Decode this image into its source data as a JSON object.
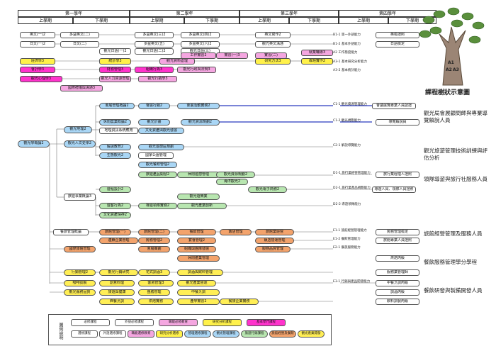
{
  "title": "課程樹狀示意圖",
  "header": {
    "years": [
      "第一學年",
      "第二學年",
      "第三學年",
      "第四學年"
    ],
    "semesters": [
      "上學期",
      "下學期",
      "上學期",
      "下學期",
      "上學期",
      "下學期",
      "上學期",
      "下學期"
    ]
  },
  "tree_labels": [
    "A1",
    "A2",
    "A3"
  ],
  "legend_title": "圖例說明",
  "legend": [
    {
      "label": "必修課程",
      "style": "white-rect"
    },
    {
      "label": "外語必修課程",
      "style": "white-rect"
    },
    {
      "label": "職能必修教育",
      "style": "pink-rect"
    },
    {
      "label": "研究分析課程",
      "style": "yellow-rect"
    },
    {
      "label": "基本學門課程",
      "style": "magenta-rect"
    },
    {
      "label": "選修課程",
      "style": "white-rect"
    },
    {
      "label": "外語選修課程",
      "style": "white-rect"
    },
    {
      "label": "職能選修教育",
      "style": "pink-rect"
    },
    {
      "label": "研究分析選修",
      "style": "yellow-rect"
    },
    {
      "label": "管理選修課程",
      "style": "blue-pill"
    },
    {
      "label": "觀光管理課程",
      "style": "blue-pill"
    },
    {
      "label": "旅遊行銷課程",
      "style": "green-pill"
    },
    {
      "label": "旅館經營及餐飲",
      "style": "orange-pill"
    },
    {
      "label": "觀光產業開發",
      "style": "yellow-pill"
    }
  ],
  "courses": {
    "c1": "英文(一)2",
    "c2": "多益英文(二)",
    "c3": "日文(一)2",
    "c4": "日文(二)",
    "c5": "經濟學3",
    "c6": "會計學3",
    "c7": "觀光心理學3",
    "c8": "國際禮儀與溝通3",
    "c9": "多益英文(三)2",
    "c10": "多益英文(四)2",
    "c11": "多益英文(五)",
    "c12": "多益英文(六)2",
    "c13": "觀光日語(一)2",
    "c14": "觀光日語(二)2",
    "c15": "觀光日語(三)",
    "c16": "統計學3",
    "c17": "財務管理3",
    "c18": "組織行為3",
    "c19": "觀光資料處理",
    "c20": "觀光人力資源管理",
    "c21": "觀光行政與法規3",
    "c22": "觀光行銷學3",
    "c23": "英文寫作2",
    "c24": "觀光英文溝通",
    "c25": "工作實習2",
    "c26": "實習(一)3",
    "c27": "實習(二)",
    "c28": "就業輔導3",
    "c29": "研究方法3",
    "c30": "專題實作2",
    "c31": "觀光學概論2",
    "c32": "觀光地理2",
    "c33": "觀光人文史學2",
    "c34": "旅遊事業概論3",
    "c35": "會展管理概論2",
    "c36": "休閒農業概論2",
    "c37": "地理資訊系統應用",
    "c38": "解說教育2",
    "c39": "生態觀光2",
    "c40": "遊程設計2",
    "c41": "遊客行為2",
    "c42": "文化資產保存2",
    "c43": "會展行銷2",
    "c44": "會展活動實務2",
    "c45": "觀光計畫",
    "c46": "觀光資源規劃2",
    "c47": "文化資產與觀光發展",
    "c48": "觀光遊憩區規劃",
    "c49": "國家公園管理",
    "c50": "觀光餐飲管理2",
    "c51": "旅遊產品開發2",
    "c52": "休閒遊憩管理",
    "c53": "導遊領隊實務2",
    "c54": "觀光產業創新",
    "c55": "海洋觀光2",
    "c56": "觀光遊樂業",
    "c57": "觀光電子商務2",
    "c58": "餐旅管理概論",
    "c59": "國際旅館管理",
    "c60": "旅館管理(一)",
    "c61": "旅館管理(二)",
    "c62": "餐飲管理",
    "c63": "飯店管理",
    "c64": "旅館業經營",
    "c65": "連鎖企業管理",
    "c66": "房務管理2",
    "c67": "宴會管理2",
    "c68": "飯店營運管理",
    "c69": "會展策劃",
    "c70": "組織與團隊發展",
    "c71": "行銷管理2",
    "c72": "觀光行銷研究",
    "c73": "花式調酒3",
    "c74": "調酒與飲料管理",
    "c75": "咖啡調製",
    "c76": "創意料理",
    "c77": "客房管理3",
    "c78": "觀光產業營運",
    "c79": "觀光服務品質",
    "c80": "旅遊與健康",
    "c81": "團膳管理",
    "c82": "中餐烹調",
    "c83": "西餐烹調",
    "c84": "烘焙實務",
    "c85": "服務品質管理",
    "c86": "休閒產業管理",
    "c87": "產學實習2",
    "c88": "餐旅企業實務"
  },
  "abilities": [
    "B1-1 第一外語能力",
    "B1-2 基本外語能力",
    "A2 工作態度能力",
    "A3-1 基本研究分析能力",
    "A3-2 基本統計能力",
    "C1-1 觀光資源管理能力",
    "C1-2 觀光規劃能力",
    "C2-1 解說導覽能力",
    "D1-1 旅行業經營管理能力",
    "D2-1 旅行業產品規劃能力",
    "D2-2 導遊領隊能力",
    "E1-1 旅館經營管理能力",
    "E1-2 餐飲管理能力",
    "E2-1 餐旅服務能力",
    "E3-1 行銷與產品開發能力"
  ],
  "certificates": [
    "英檢證照",
    "日語檢定",
    "會議展覽專業人員認證",
    "導覽解說員",
    "導遊人員、領隊人員證照",
    "旅行業經理人證照",
    "中餐烹調丙級",
    "調酒丙級",
    "飲料調製丙級",
    "房務管理檢定",
    "旅館專業人員證照",
    "烘焙丙級",
    "服務業管理師"
  ],
  "careers": [
    "觀光局會展顧問師與專業導覽解說人員",
    "觀光旅遊管理技術訓練與評估分析",
    "領隊導遊與旅行社服務人員",
    "旅館經營管理及服務人員",
    "餐飲服務管理學分學程",
    "餐飲研發與製備開發人員"
  ]
}
